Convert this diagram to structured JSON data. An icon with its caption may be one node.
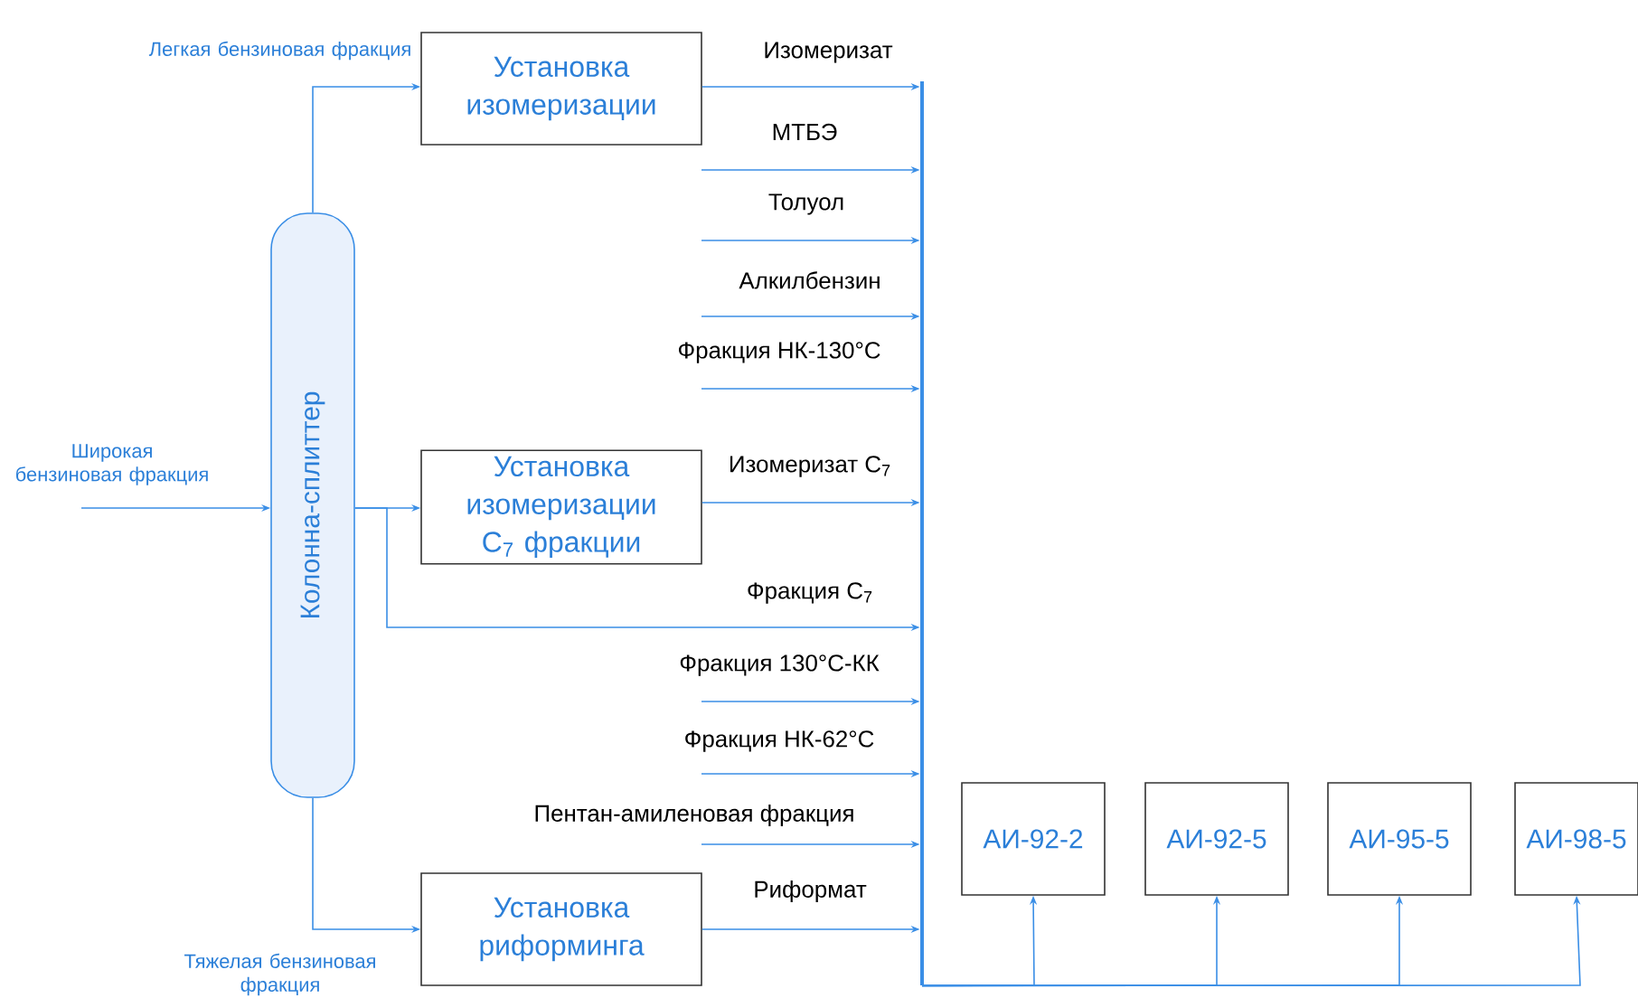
{
  "diagram": {
    "nodes": [
      {
        "text": [
          "Колонна-сплиттер"
        ]
      },
      {
        "text": [
          "Установка изомеризации"
        ]
      },
      {
        "text": [
          "Установка изомеризации C$_{7}$ фракции"
        ]
      },
      {
        "text": [
          "Установка риформинга"
        ]
      },
      {
        "text": [
          "АИ-92-2"
        ]
      },
      {
        "text": [
          "АИ-92-5"
        ]
      },
      {
        "text": [
          "АИ-95-5"
        ]
      },
      {
        "text": [
          "АИ-98-5"
        ]
      },
      {
        "text": [],
        "shape": "bar"
      }
    ],
    "edges": [
      {
        "from": null,
        "to": 0,
        "arrow": "to",
        "label": "Широкая бензиновая фракция"
      },
      {
        "from": 0,
        "to": 1,
        "arrow": "to",
        "label": "Легкая бензиновая фракция"
      },
      {
        "from": 0,
        "to": 2,
        "arrow": "to"
      },
      {
        "from": 0,
        "to": 8,
        "arrow": "to",
        "label": "Фракция C$_{7}$"
      },
      {
        "from": 0,
        "to": 3,
        "arrow": "to",
        "label": "Тяжелая бензиновая фракция"
      },
      {
        "from": 1,
        "to": 8,
        "arrow": "to",
        "label": "Изомеризат"
      },
      {
        "from": null,
        "to": 8,
        "arrow": "to",
        "label": "МТБЭ"
      },
      {
        "from": null,
        "to": 8,
        "arrow": "to",
        "label": "Толуол"
      },
      {
        "from": null,
        "to": 8,
        "arrow": "to",
        "label": "Алкилбензин"
      },
      {
        "from": null,
        "to": 8,
        "arrow": "to",
        "label": "Фракция НК-130°С"
      },
      {
        "from": 2,
        "to": 8,
        "arrow": "to",
        "label": "Изомеризат C$_{7}$"
      },
      {
        "from": null,
        "to": 8,
        "arrow": "to",
        "label": "Фракция 130°С-КК"
      },
      {
        "from": null,
        "to": 8,
        "arrow": "to",
        "label": "Фракция НК-62°С"
      },
      {
        "from": null,
        "to": 8,
        "arrow": "to",
        "label": "Пентан-амиленовая фракция"
      },
      {
        "from": 3,
        "to": 8,
        "arrow": "to",
        "label": "Риформат"
      },
      {
        "from": 8,
        "to": 4,
        "arrow": "to"
      },
      {
        "from": 8,
        "to": 5,
        "arrow": "to"
      },
      {
        "from": 8,
        "to": 6,
        "arrow": "to"
      },
      {
        "from": 8,
        "to": 7,
        "arrow": "to"
      }
    ]
  }
}
